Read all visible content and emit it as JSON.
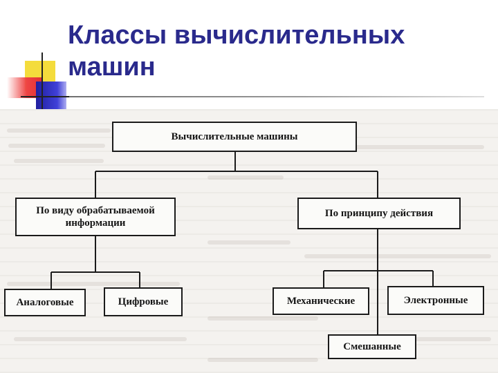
{
  "slide": {
    "title": "Классы вычислительных машин"
  },
  "diagram": {
    "root": "Вычислительные машины",
    "branch_left": "По виду обрабатываемой информации",
    "branch_right": "По принципу действия",
    "leaf_analog": "Аналоговые",
    "leaf_digital": "Цифровые",
    "leaf_mechanical": "Механические",
    "leaf_electronic": "Электронные",
    "leaf_mixed": "Смешанные"
  }
}
